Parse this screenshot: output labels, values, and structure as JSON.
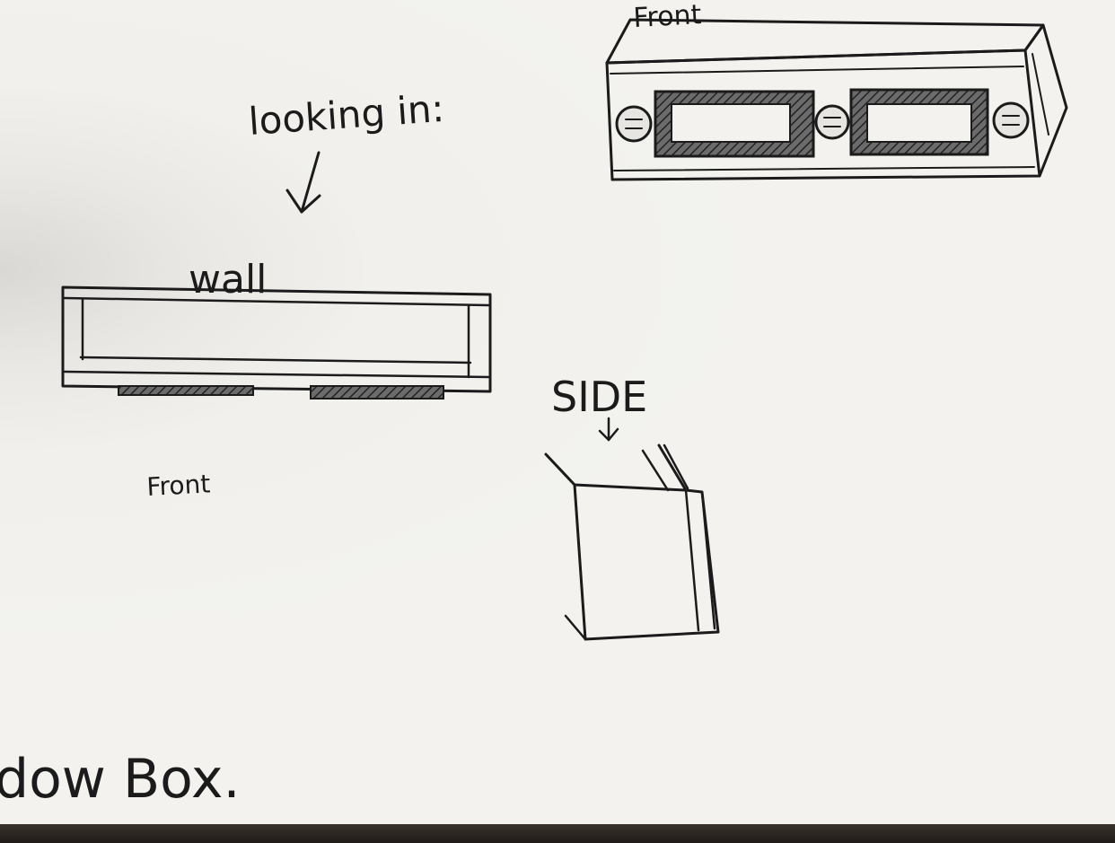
{
  "labels": {
    "front_top": "Front",
    "looking_in": "looking in:",
    "wall": "wall",
    "front_left": "Front",
    "side": "SIDE",
    "title_fragment": "dow Box."
  },
  "colors": {
    "paper": "#f2f1ed",
    "ink": "#1b1b1b",
    "table": "#2b2622"
  }
}
